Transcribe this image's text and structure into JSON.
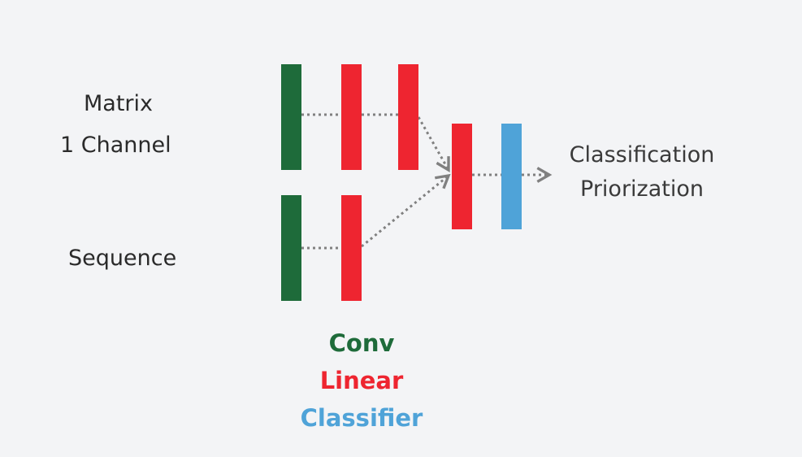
{
  "inputs": {
    "matrix": "Matrix",
    "channel": "1 Channel",
    "sequence": "Sequence"
  },
  "outputs": {
    "line1": "Classification",
    "line2": "Priorization"
  },
  "legend": {
    "conv": "Conv",
    "linear": "Linear",
    "classifier": "Classifier"
  },
  "colors": {
    "conv": "#1e6b3a",
    "linear": "#ee2530",
    "classifier": "#4fa3d8",
    "connector": "#808080",
    "background": "#f3f4f6"
  }
}
